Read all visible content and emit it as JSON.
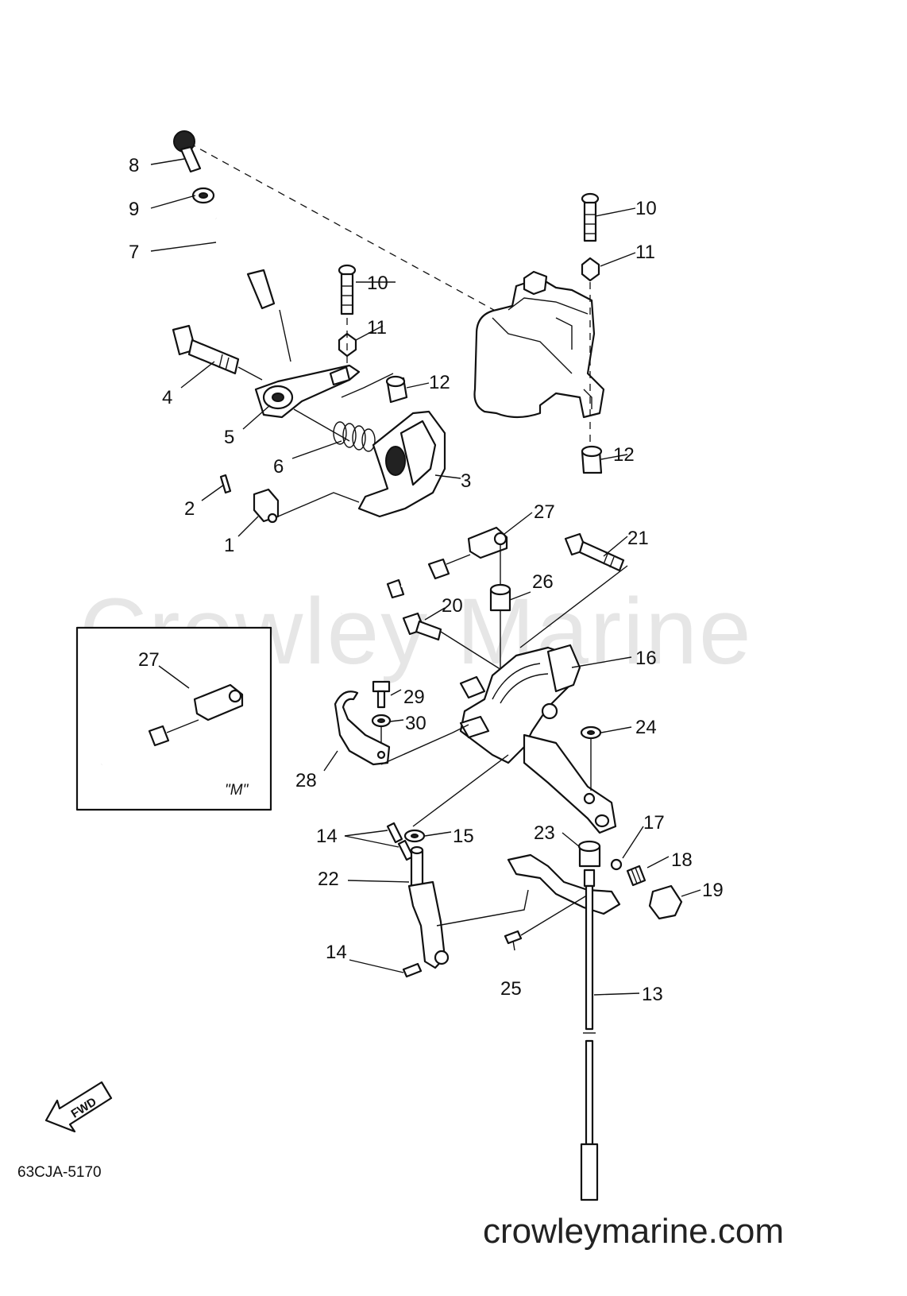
{
  "diagram": {
    "watermark": "Crowley Marine",
    "part_code": "63CJA-5170",
    "website": "crowleymarine.com",
    "inset_label": "\"M\"",
    "fwd_label": "FWD",
    "callouts": {
      "c8": "8",
      "c9": "9",
      "c7": "7",
      "c10a": "10",
      "c11a": "11",
      "c10b": "10",
      "c11b": "11",
      "c4": "4",
      "c12a": "12",
      "c12b": "12",
      "c5": "5",
      "c6": "6",
      "c3": "3",
      "c2": "2",
      "c1": "1",
      "c27a": "27",
      "c21": "21",
      "c26": "26",
      "c20": "20",
      "c16": "16",
      "c27b": "27",
      "c29": "29",
      "c30": "30",
      "c24": "24",
      "c28": "28",
      "c17": "17",
      "c14a": "14",
      "c15": "15",
      "c23": "23",
      "c18": "18",
      "c22": "22",
      "c19": "19",
      "c14b": "14",
      "c25": "25",
      "c13": "13"
    }
  }
}
